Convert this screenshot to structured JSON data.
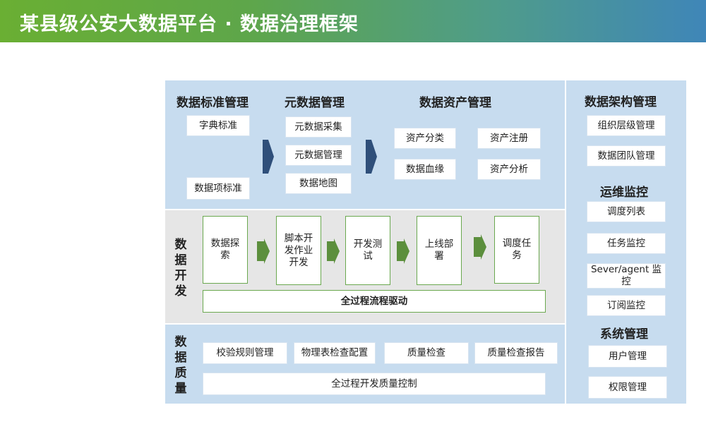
{
  "header": {
    "title": "某县级公安大数据平台 · 数据治理框架"
  },
  "top": {
    "standards": {
      "title": "数据标准管理",
      "items": [
        "字典标准",
        "数据项标准"
      ]
    },
    "metadata": {
      "title": "元数据管理",
      "items": [
        "元数据采集",
        "元数据管理",
        "数据地图"
      ]
    },
    "assets": {
      "title": "数据资产管理",
      "items": [
        "资产分类",
        "资产注册",
        "数据血缘",
        "资产分析"
      ]
    }
  },
  "dev": {
    "title": "数据开发",
    "steps": [
      "数据探索",
      "脚本开发作业开发",
      "开发测试",
      "上线部署",
      "调度任务"
    ],
    "bar": "全过程流程驱动"
  },
  "quality": {
    "title": "数据质量",
    "items": [
      "校验规则管理",
      "物理表检查配置",
      "质量检查",
      "质量检查报告"
    ],
    "bar": "全过程开发质量控制"
  },
  "right": {
    "arch": {
      "title": "数据架构管理",
      "items": [
        "组织层级管理",
        "数据团队管理"
      ]
    },
    "ops": {
      "title": "运维监控",
      "items": [
        "调度列表",
        "任务监控",
        "Sever/agent 监控",
        "订阅监控"
      ]
    },
    "sys": {
      "title": "系统管理",
      "items": [
        "用户管理",
        "权限管理"
      ]
    }
  }
}
